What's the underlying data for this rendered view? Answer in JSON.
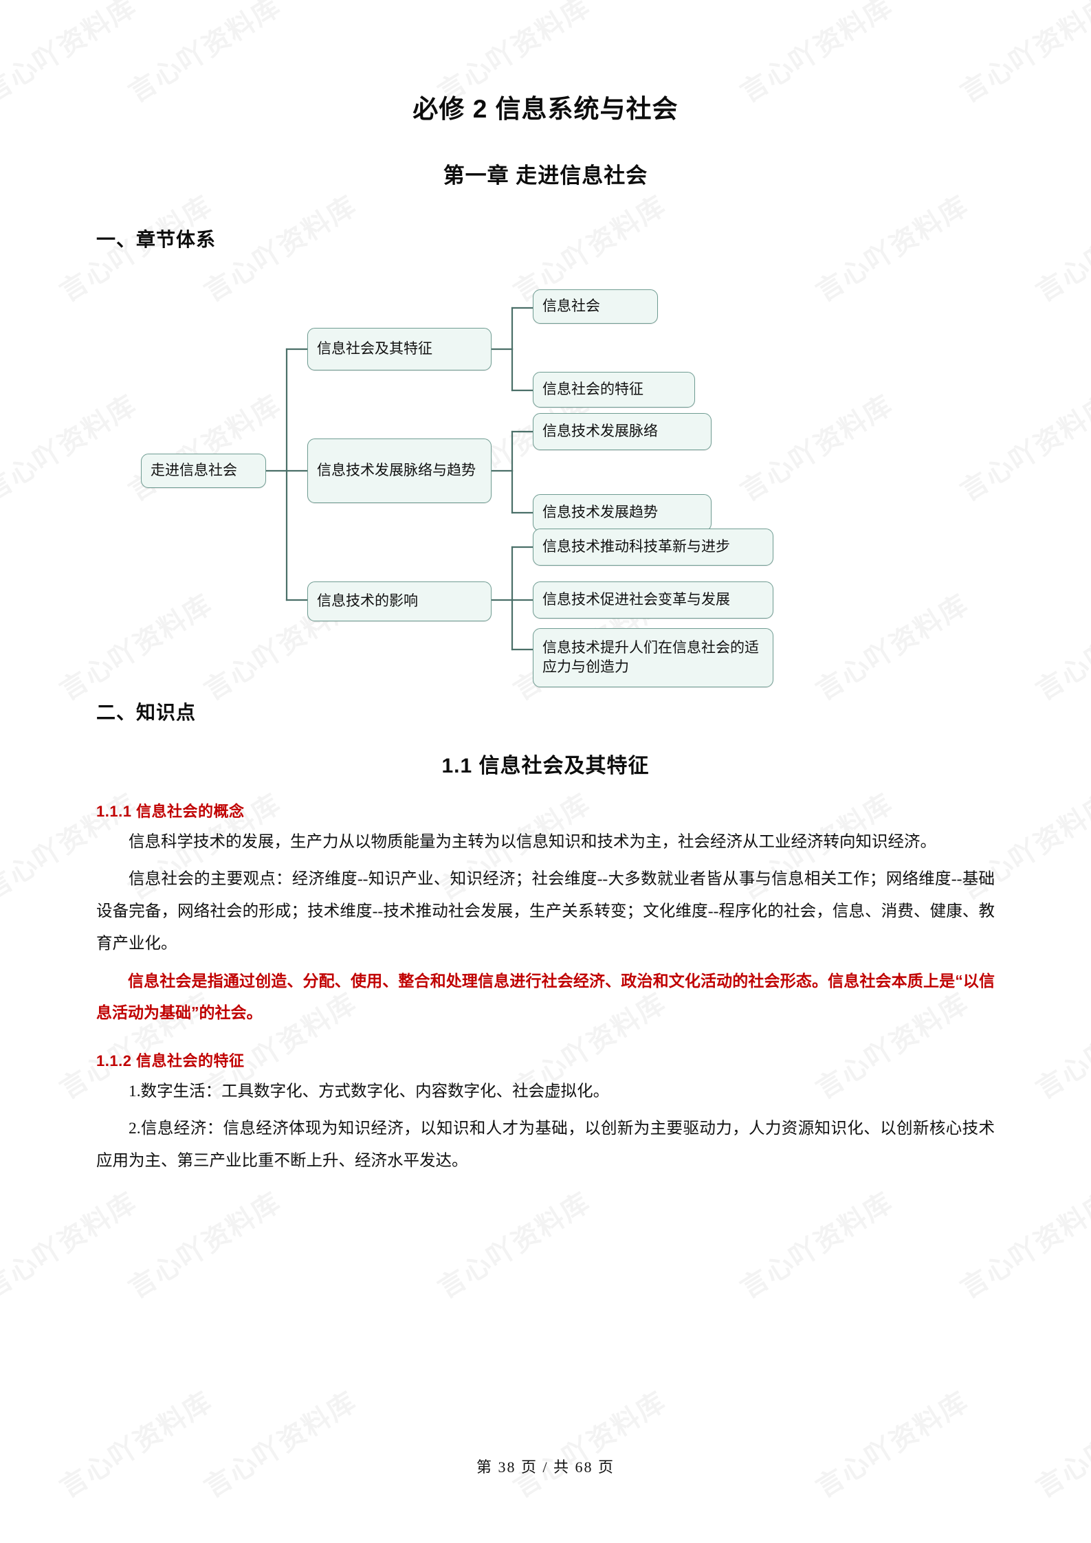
{
  "document": {
    "title": "必修 2  信息系统与社会",
    "chapter_title": "第一章    走进信息社会",
    "watermark_text": "言心吖资料库"
  },
  "sections": {
    "heading_1": "一、章节体系",
    "heading_2": "二、知识点",
    "section_1_1": "1.1  信息社会及其特征",
    "heading_1_1_1": "1.1.1  信息社会的概念",
    "heading_1_1_2": "1.1.2  信息社会的特征"
  },
  "mindmap": {
    "root": "走进信息社会",
    "branches": [
      {
        "label": "信息社会及其特征",
        "leaves": [
          "信息社会",
          "信息社会的特征"
        ]
      },
      {
        "label": "信息技术发展脉络与趋势",
        "leaves": [
          "信息技术发展脉络",
          "信息技术发展趋势"
        ]
      },
      {
        "label": "信息技术的影响",
        "leaves": [
          "信息技术推动科技革新与进步",
          "信息技术促进社会变革与发展",
          "信息技术提升人们在信息社会的适应力与创造力"
        ]
      }
    ],
    "colors": {
      "node_fill": "#eef7f4",
      "node_border": "#6f9c92",
      "connector": "#4a6f68"
    }
  },
  "body": {
    "p1": "信息科学技术的发展，生产力从以物质能量为主转为以信息知识和技术为主，社会经济从工业经济转向知识经济。",
    "p2": "信息社会的主要观点：经济维度--知识产业、知识经济；社会维度--大多数就业者皆从事与信息相关工作；网络维度--基础设备完备，网络社会的形成；技术维度--技术推动社会发展，生产关系转变；文化维度--程序化的社会，信息、消费、健康、教育产业化。",
    "p3_red": "信息社会是指通过创造、分配、使用、整合和处理信息进行社会经济、政治和文化活动的社会形态。信息社会本质上是“以信息活动为基础”的社会。",
    "feature_1": "1.数字生活：工具数字化、方式数字化、内容数字化、社会虚拟化。",
    "feature_2": "2.信息经济：信息经济体现为知识经济，以知识和人才为基础，以创新为主要驱动力，人力资源知识化、以创新核心技术应用为主、第三产业比重不断上升、经济水平发达。"
  },
  "footer": {
    "page_label": "第 38 页 / 共 68 页"
  },
  "theme": {
    "red": "#c00000",
    "text": "#111111",
    "page_bg": "#ffffff"
  }
}
